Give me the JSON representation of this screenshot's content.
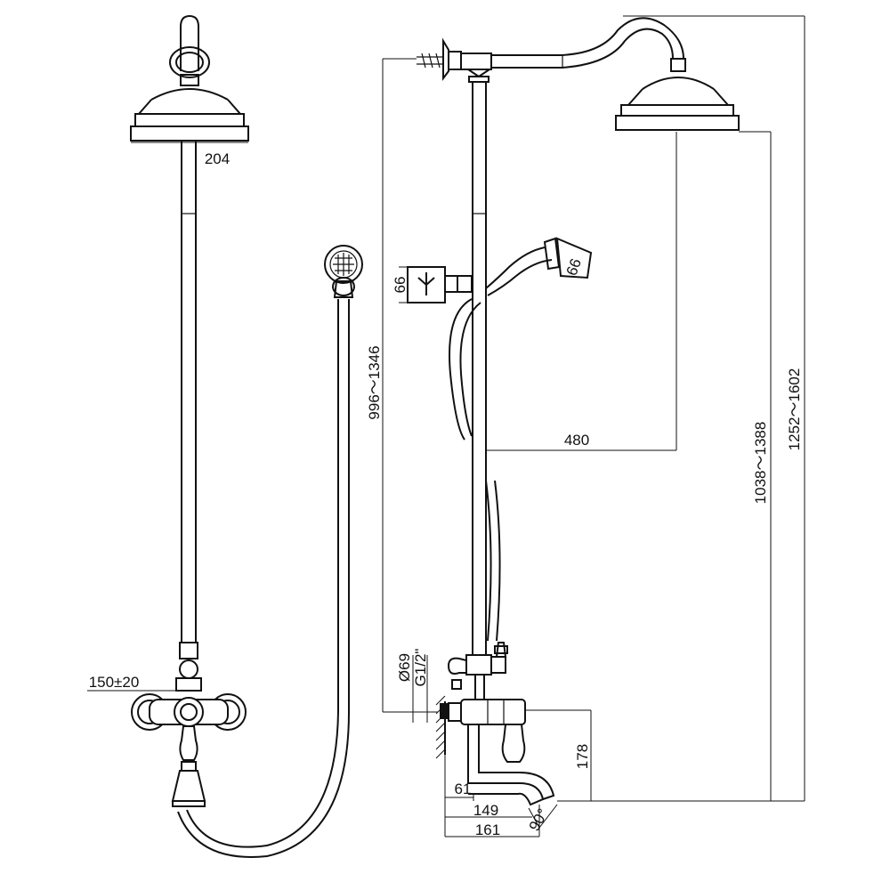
{
  "dimensions": {
    "head_diameter": "204",
    "spacing": "150±20",
    "hand_shower_height": "66",
    "hand_shower_face": "66",
    "bar_height_range": "996～1346",
    "arm_reach": "480",
    "head_height_range": "1038～1388",
    "total_height_range": "1252～1602",
    "outlet_diameter": "Ø69",
    "thread": "G1/2\"",
    "spout_height": "178",
    "wall_offset": "61",
    "spout_reach_inner": "149",
    "spout_reach_outer": "161",
    "spout_angle": "90°"
  }
}
